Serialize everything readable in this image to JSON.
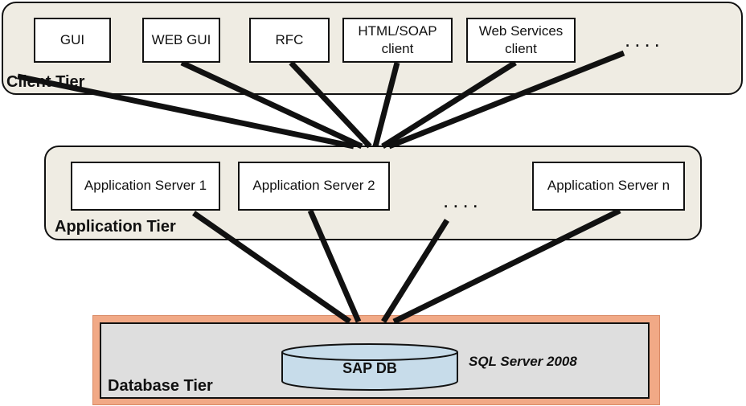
{
  "client_tier": {
    "label": "Client Tier",
    "clients": [
      {
        "label": "GUI"
      },
      {
        "label": "WEB GUI"
      },
      {
        "label": "RFC"
      },
      {
        "label": "HTML/SOAP\nclient"
      },
      {
        "label": "Web Services\nclient"
      }
    ],
    "ellipsis": "...."
  },
  "application_tier": {
    "label": "Application Tier",
    "servers": [
      {
        "label": "Application Server 1"
      },
      {
        "label": "Application Server 2"
      },
      {
        "label": "Application Server n"
      }
    ],
    "ellipsis": "...."
  },
  "database_tier": {
    "label": "Database Tier",
    "database": {
      "label": "SAP DB"
    },
    "product": "SQL Server 2008"
  },
  "colors": {
    "tier_background": "#efece3",
    "database_tier_border": "#f1a986",
    "database_tier_background": "#dedede",
    "database_cylinder": "#c7dcea",
    "lines": "#111111"
  },
  "icons": {
    "database": "database-cylinder-icon"
  }
}
